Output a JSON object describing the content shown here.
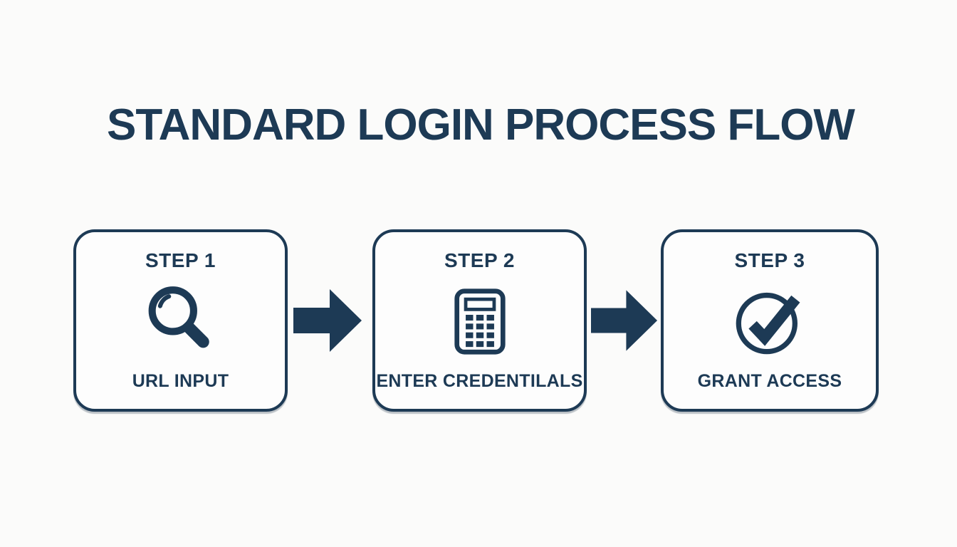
{
  "title": "STANDARD LOGIN PROCESS FLOW",
  "colors": {
    "navy": "#1d3a55",
    "background": "#fbfbfa",
    "box_fill": "#fdfdfd"
  },
  "steps": [
    {
      "label": "STEP 1",
      "caption": "URL INPUT",
      "icon": "magnifier-icon"
    },
    {
      "label": "STEP 2",
      "caption": "ENTER CREDENTILALS",
      "icon": "calculator-icon"
    },
    {
      "label": "STEP 3",
      "caption": "GRANT ACCESS",
      "icon": "check-circle-icon"
    }
  ],
  "connectors": [
    {
      "icon": "arrow-right-icon"
    },
    {
      "icon": "arrow-right-icon"
    }
  ]
}
